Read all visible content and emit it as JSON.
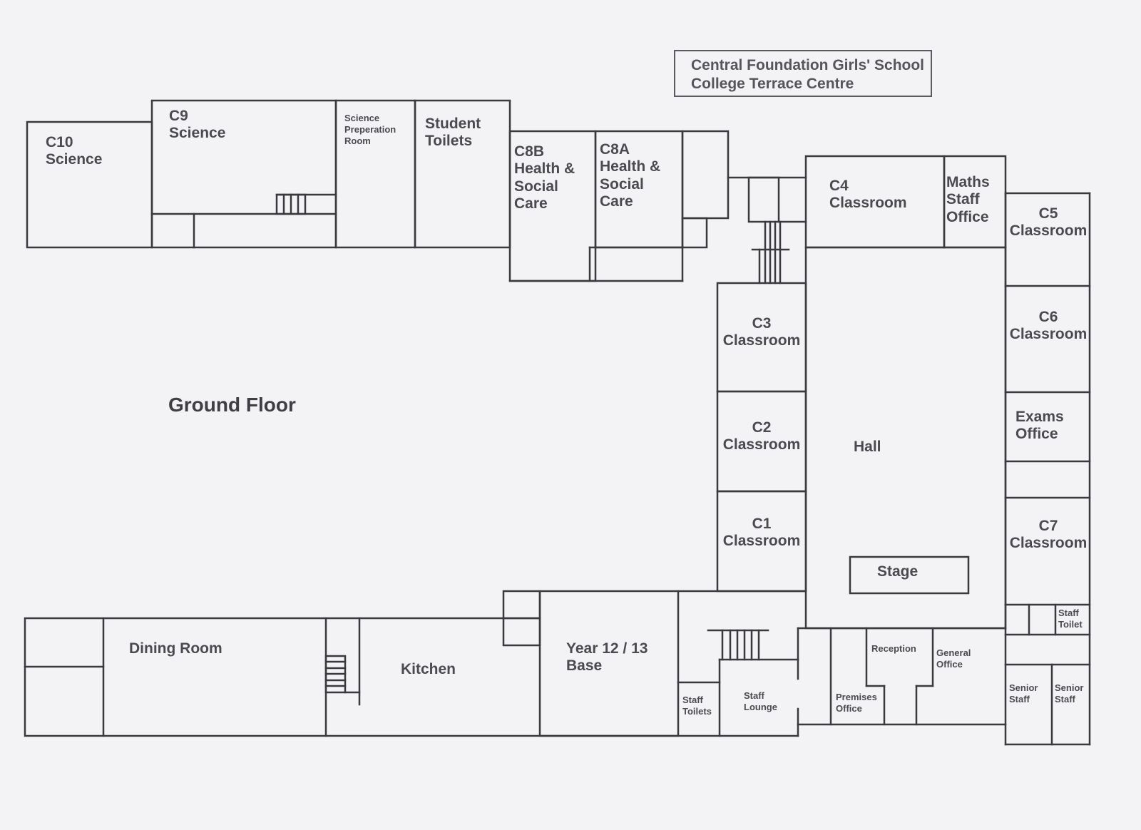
{
  "header": {
    "school_name": "Central Foundation Girls' School",
    "centre_name": "College Terrace Centre"
  },
  "floor": {
    "title": "Ground Floor"
  },
  "rooms": {
    "c10": "C10\nScience",
    "c9": "C9\nScience",
    "science_prep": "Science\nPreperation\nRoom",
    "student_toilets": "Student\nToilets",
    "c8b": "C8B\nHealth &\nSocial\nCare",
    "c8a": "C8A\nHealth &\nSocial\nCare",
    "c4": "C4\nClassroom",
    "maths_staff_office": "Maths\nStaff\nOffice",
    "c5": "C5\nClassroom",
    "c6": "C6\nClassroom",
    "c3": "C3\nClassroom",
    "c2": "C2\nClassroom",
    "c1": "C1\nClassroom",
    "hall": "Hall",
    "exams_office": "Exams\nOffice",
    "c7": "C7\nClassroom",
    "stage": "Stage",
    "staff_toilet": "Staff\nToilet",
    "dining_room": "Dining Room",
    "kitchen": "Kitchen",
    "year_12_13_base": "Year 12 / 13\nBase",
    "staff_toilets": "Staff\nToilets",
    "staff_lounge": "Staff\nLounge",
    "premises_office": "Premises\nOffice",
    "reception": "Reception",
    "general_office": "General\nOffice",
    "senior_staff_1": "Senior\nStaff",
    "senior_staff_2": "Senior\nStaff"
  },
  "colors": {
    "background": "#f3f3f6",
    "walls": "#3a3a3e",
    "text": "#4a4a50"
  }
}
